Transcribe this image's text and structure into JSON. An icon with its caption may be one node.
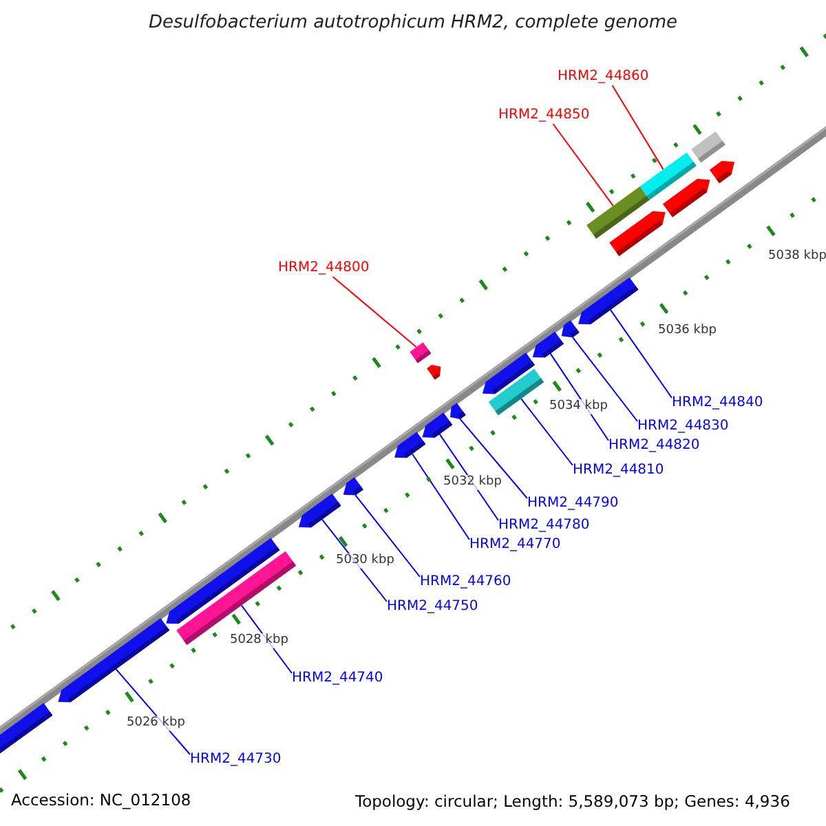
{
  "diagram": {
    "title": "Desulfobacterium autotrophicum HRM2, complete genome",
    "nodes": [
      {
        "text": [
          "HRM2_44860"
        ]
      },
      {
        "text": [
          "HRM2_44850"
        ]
      },
      {
        "text": [
          "HRM2_44800"
        ]
      },
      {
        "text": [
          "HRM2_44840"
        ]
      },
      {
        "text": [
          "HRM2_44830"
        ]
      },
      {
        "text": [
          "HRM2_44820"
        ]
      },
      {
        "text": [
          "HRM2_44810"
        ]
      },
      {
        "text": [
          "HRM2_44790"
        ]
      },
      {
        "text": [
          "HRM2_44780"
        ]
      },
      {
        "text": [
          "HRM2_44770"
        ]
      },
      {
        "text": [
          "HRM2_44760"
        ]
      },
      {
        "text": [
          "HRM2_44750"
        ]
      },
      {
        "text": [
          "HRM2_44740"
        ]
      },
      {
        "text": [
          "HRM2_44730"
        ]
      },
      {
        "text": [],
        "shape": "arrow"
      },
      {
        "text": [],
        "shape": "arrow"
      },
      {
        "text": [],
        "shape": "bar"
      },
      {
        "text": [],
        "shape": "arrow"
      },
      {
        "text": [],
        "shape": "arrow"
      },
      {
        "text": [],
        "shape": "arrow"
      },
      {
        "text": [],
        "shape": "arrow"
      },
      {
        "text": [],
        "shape": "arrow"
      },
      {
        "text": [],
        "shape": "arrow"
      },
      {
        "text": [],
        "shape": "bar"
      },
      {
        "text": [],
        "shape": "arrow"
      },
      {
        "text": [],
        "shape": "bar"
      },
      {
        "text": [],
        "shape": "arrow"
      },
      {
        "text": [],
        "shape": "arrow"
      },
      {
        "text": [],
        "shape": "arrow"
      },
      {
        "text": [],
        "shape": "arrow"
      },
      {
        "text": [],
        "shape": "arrow"
      },
      {
        "text": [],
        "shape": "bar"
      },
      {
        "text": [],
        "shape": "bar"
      },
      {
        "text": [],
        "shape": "arrow"
      },
      {
        "text": [],
        "shape": "arrow"
      },
      {
        "text": [],
        "shape": "bar"
      }
    ],
    "edges": [
      {
        "from": 0,
        "to": 32,
        "arrow": "none",
        "color": "#ff0000"
      },
      {
        "from": 1,
        "to": 31,
        "arrow": "none",
        "color": "#ff0000"
      },
      {
        "from": 2,
        "to": 23,
        "arrow": "none",
        "color": "#ff0000"
      },
      {
        "from": 3,
        "to": 29,
        "arrow": "none"
      },
      {
        "from": 4,
        "to": 28,
        "arrow": "none"
      },
      {
        "from": 5,
        "to": 27,
        "arrow": "none"
      },
      {
        "from": 6,
        "to": 25,
        "arrow": "none"
      },
      {
        "from": 7,
        "to": 22,
        "arrow": "none"
      },
      {
        "from": 8,
        "to": 21,
        "arrow": "none"
      },
      {
        "from": 9,
        "to": 20,
        "arrow": "none"
      },
      {
        "from": 10,
        "to": 19,
        "arrow": "none"
      },
      {
        "from": 11,
        "to": 18,
        "arrow": "none"
      },
      {
        "from": 12,
        "to": 16,
        "arrow": "none"
      },
      {
        "from": 13,
        "to": 15,
        "arrow": "none"
      }
    ],
    "labels": [
      "5038 kbp",
      "5036 kbp",
      "5034 kbp",
      "5032 kbp",
      "5030 kbp",
      "5028 kbp",
      "5026 kbp",
      "Accession: NC_012108",
      "Topology: circular; Length: 5,589,073 bp; Genes: 4,936"
    ]
  }
}
